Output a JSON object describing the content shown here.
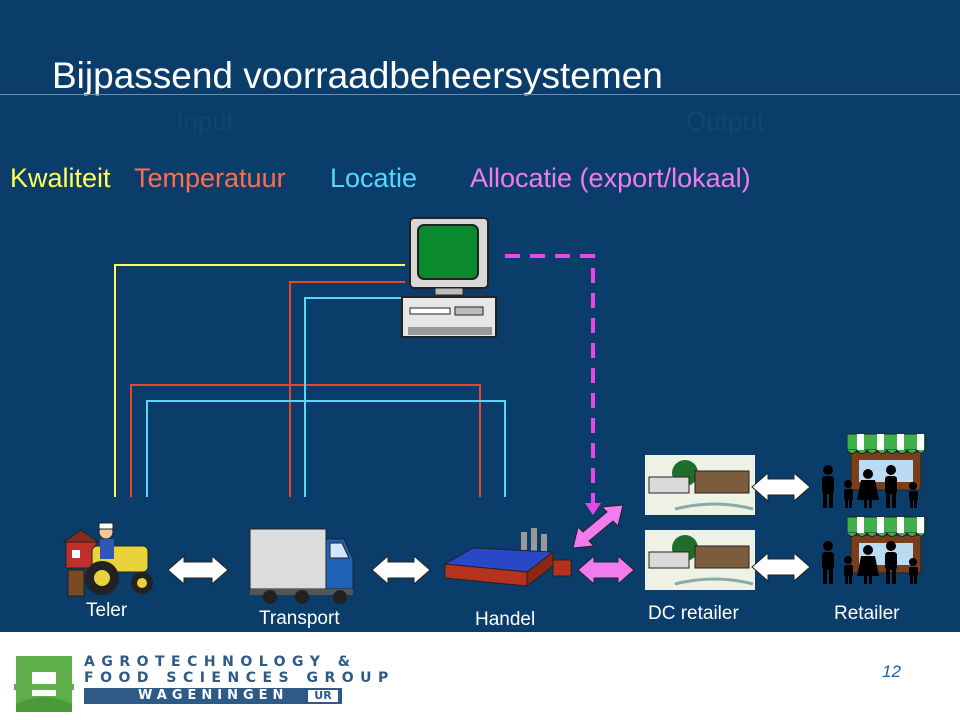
{
  "slide": {
    "title": "Bijpassend voorraadbeheersystemen",
    "input_header": "Input",
    "output_header": "Output",
    "input_labels": {
      "kwaliteit": "Kwaliteit",
      "temperatuur": "Temperatuur",
      "locatie": "Locatie"
    },
    "output_label": "Allocatie (export/lokaal)",
    "nodes": {
      "teler": "Teler",
      "transport": "Transport",
      "handel": "Handel",
      "dc_retailer": "DC retailer",
      "retailer": "Retailer"
    },
    "page_number": "12"
  },
  "footer": {
    "line1": "AGROTECHNOLOGY &",
    "line2": "FOOD SCIENCES GROUP",
    "wageningen": "WAGENINGEN",
    "ur": "UR"
  },
  "colors": {
    "background": "#0b3d6b",
    "kwaliteit": "#ffff55",
    "temperatuur": "#ff6e4a",
    "locatie": "#55d8ff",
    "allocatie": "#f07cf0",
    "brand": "#2f5a86",
    "logo_green": "#5fb04a"
  }
}
